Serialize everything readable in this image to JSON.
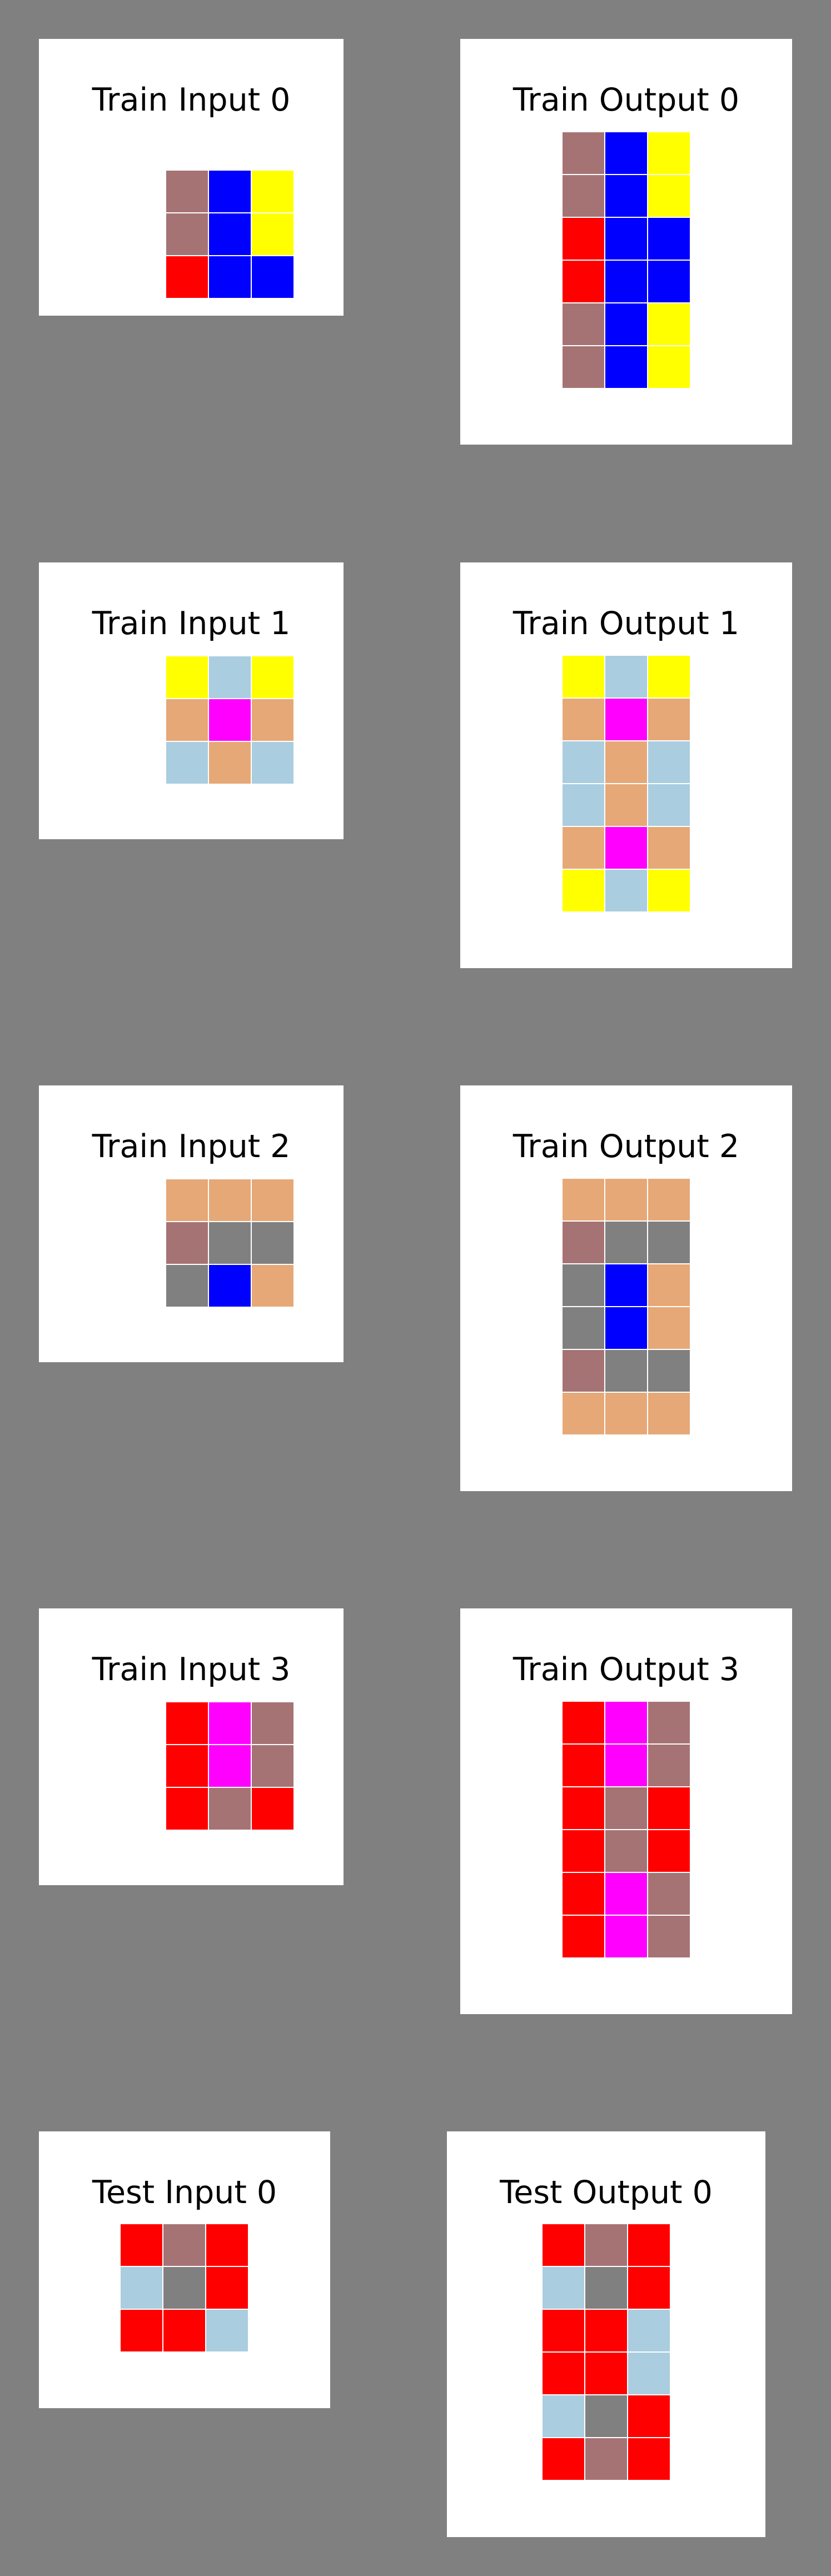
{
  "palette": {
    "2": "#FF0000",
    "1": "#0000FF",
    "4": "#FFFF00",
    "5": "#808080",
    "6": "#FF00FF",
    "7": "#E6A877",
    "8": "#AACDE0",
    "9": "#A67374"
  },
  "pairs": [
    {
      "input": {
        "title": "Train Input 0",
        "grid": [
          [
            9,
            1,
            4
          ],
          [
            9,
            1,
            4
          ],
          [
            2,
            1,
            1
          ]
        ]
      },
      "output": {
        "title": "Train Output 0",
        "grid": [
          [
            9,
            1,
            4
          ],
          [
            9,
            1,
            4
          ],
          [
            2,
            1,
            1
          ],
          [
            2,
            1,
            1
          ],
          [
            9,
            1,
            4
          ],
          [
            9,
            1,
            4
          ]
        ]
      }
    },
    {
      "input": {
        "title": "Train Input 1",
        "grid": [
          [
            4,
            8,
            4
          ],
          [
            7,
            6,
            7
          ],
          [
            8,
            7,
            8
          ]
        ]
      },
      "output": {
        "title": "Train Output 1",
        "grid": [
          [
            4,
            8,
            4
          ],
          [
            7,
            6,
            7
          ],
          [
            8,
            7,
            8
          ],
          [
            8,
            7,
            8
          ],
          [
            7,
            6,
            7
          ],
          [
            4,
            8,
            4
          ]
        ]
      }
    },
    {
      "input": {
        "title": "Train Input 2",
        "grid": [
          [
            7,
            7,
            7
          ],
          [
            9,
            5,
            5
          ],
          [
            5,
            1,
            7
          ]
        ]
      },
      "output": {
        "title": "Train Output 2",
        "grid": [
          [
            7,
            7,
            7
          ],
          [
            9,
            5,
            5
          ],
          [
            5,
            1,
            7
          ],
          [
            5,
            1,
            7
          ],
          [
            9,
            5,
            5
          ],
          [
            7,
            7,
            7
          ]
        ]
      }
    },
    {
      "input": {
        "title": "Train Input 3",
        "grid": [
          [
            2,
            6,
            9
          ],
          [
            2,
            6,
            9
          ],
          [
            2,
            9,
            2
          ]
        ]
      },
      "output": {
        "title": "Train Output 3",
        "grid": [
          [
            2,
            6,
            9
          ],
          [
            2,
            6,
            9
          ],
          [
            2,
            9,
            2
          ],
          [
            2,
            9,
            2
          ],
          [
            2,
            6,
            9
          ],
          [
            2,
            6,
            9
          ]
        ]
      }
    },
    {
      "input": {
        "title": "Test Input 0",
        "grid": [
          [
            2,
            9,
            2
          ],
          [
            8,
            5,
            2
          ],
          [
            2,
            2,
            8
          ]
        ]
      },
      "output": {
        "title": "Test Output 0",
        "grid": [
          [
            2,
            9,
            2
          ],
          [
            8,
            5,
            2
          ],
          [
            2,
            2,
            8
          ],
          [
            2,
            2,
            8
          ],
          [
            8,
            5,
            2
          ],
          [
            2,
            9,
            2
          ]
        ]
      }
    }
  ]
}
